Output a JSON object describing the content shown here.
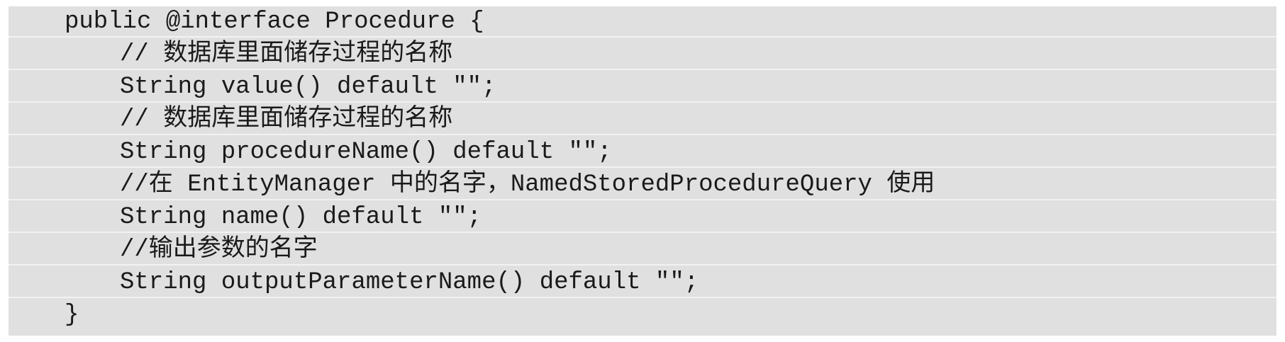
{
  "code": {
    "lines": [
      {
        "text": "public @interface Procedure {"
      },
      {
        "text": "// 数据库里面储存过程的名称"
      },
      {
        "text": "String value() default \"\";"
      },
      {
        "text": "// 数据库里面储存过程的名称"
      },
      {
        "text": "String procedureName() default \"\";"
      },
      {
        "text": "//在 EntityManager 中的名字，NamedStoredProcedureQuery 使用"
      },
      {
        "text": "String name() default \"\";"
      },
      {
        "text": "//输出参数的名字"
      },
      {
        "text": "String outputParameterName() default \"\";"
      },
      {
        "text": "}"
      }
    ]
  }
}
